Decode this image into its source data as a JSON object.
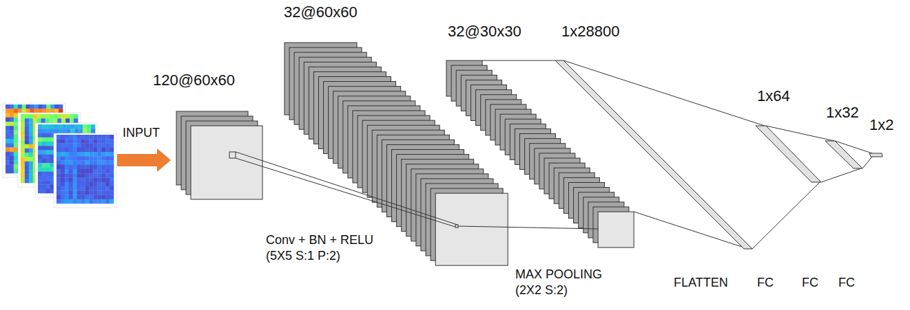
{
  "diagram": {
    "labels": [
      "INPUT",
      "120@60x60",
      "32@60x60",
      "32@30x30",
      "1x28800",
      "1x64",
      "1x32",
      "1x2",
      "Conv + BN + RELU (5X5 S:1 P:2)",
      "MAX POOLING (2X2 S:2)",
      "FLATTEN",
      "FC",
      "FC",
      "FC"
    ]
  }
}
